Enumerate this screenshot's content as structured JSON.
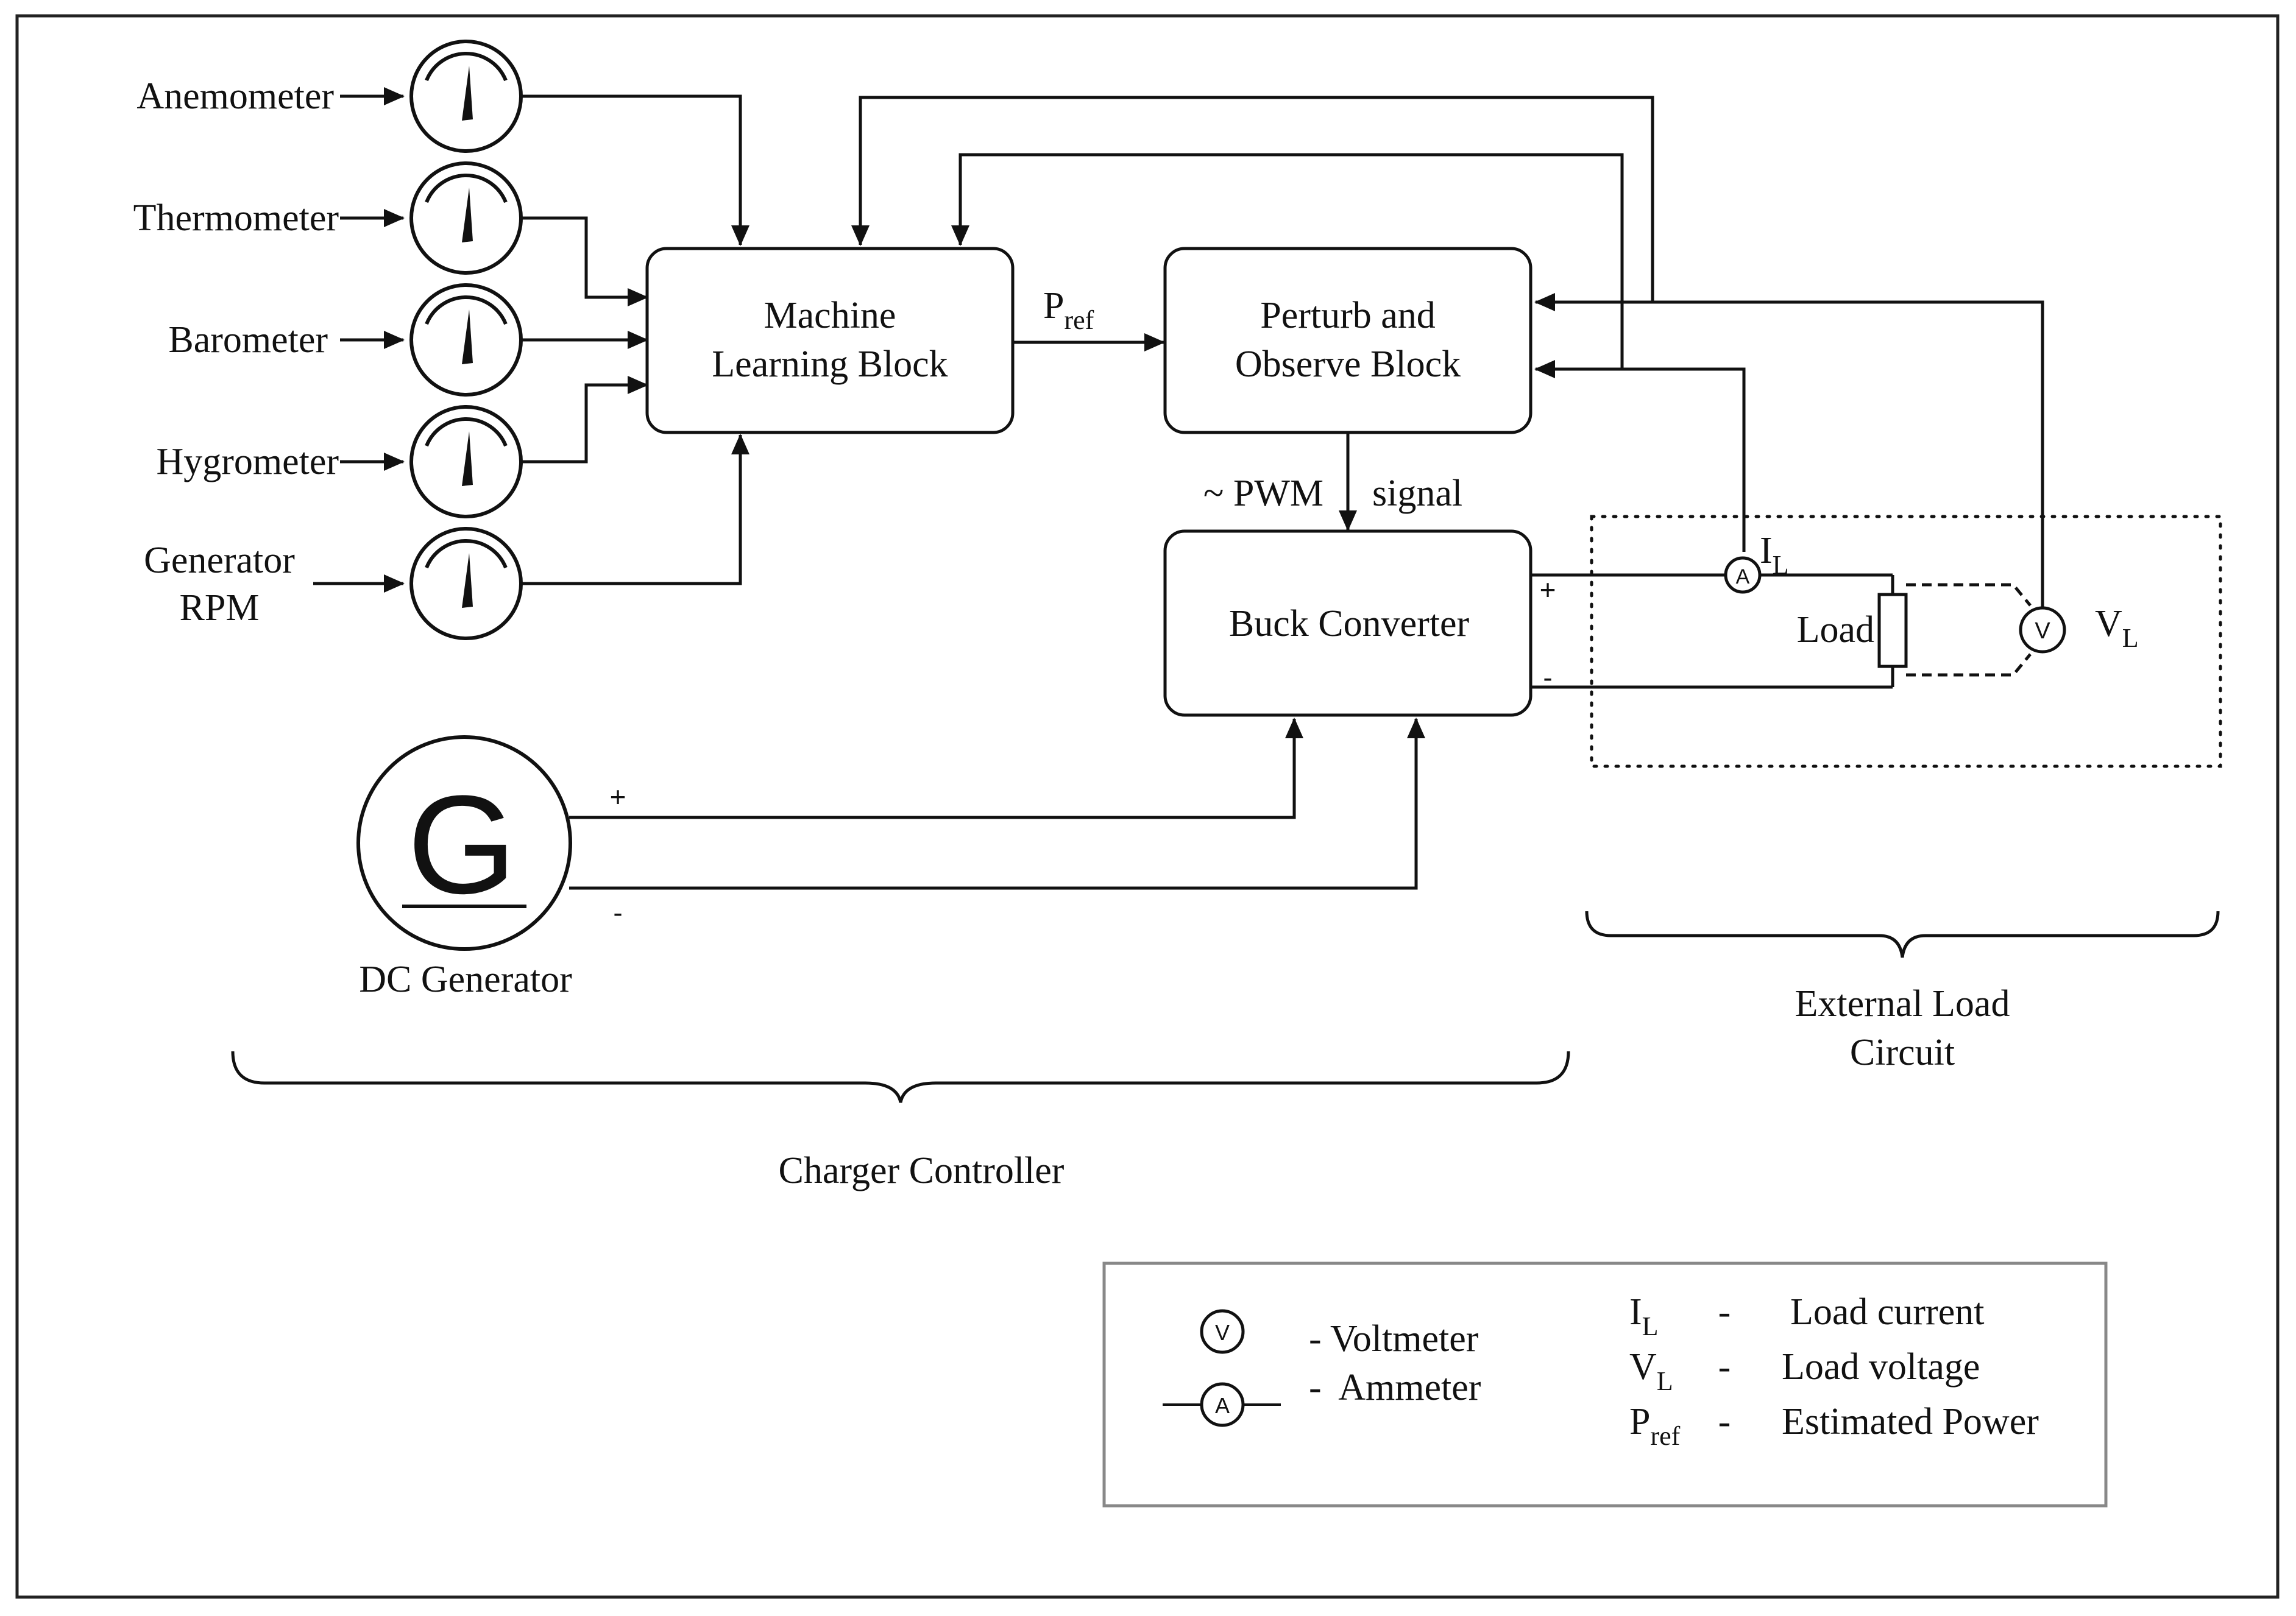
{
  "sensors": [
    {
      "label": "Anemometer"
    },
    {
      "label": "Thermometer"
    },
    {
      "label": "Barometer"
    },
    {
      "label": "Hygrometer"
    },
    {
      "label_line1": "Generator",
      "label_line2": "RPM"
    }
  ],
  "blocks": {
    "ml": {
      "line1": "Machine",
      "line2": "Learning Block"
    },
    "po": {
      "line1": "Perturb and",
      "line2": "Observe Block"
    },
    "buck": {
      "label": "Buck Converter"
    }
  },
  "signals": {
    "pref": {
      "main": "P",
      "sub": "ref"
    },
    "pwm_left": "~ PWM",
    "pwm_right": "signal"
  },
  "generator": {
    "symbol": "G",
    "label": "DC Generator",
    "plus": "+",
    "minus": "-"
  },
  "buck_terminals": {
    "plus": "+",
    "minus": "-"
  },
  "load_circuit": {
    "load_label": "Load",
    "ammeter_symbol": "A",
    "voltmeter_symbol": "V",
    "il": {
      "main": "I",
      "sub": "L"
    },
    "vl": {
      "main": "V",
      "sub": "L"
    }
  },
  "groups": {
    "charger": "Charger Controller",
    "external_line1": "External Load",
    "external_line2": "Circuit"
  },
  "legend": {
    "voltmeter_symbol": "V",
    "voltmeter_text": "- Voltmeter",
    "ammeter_symbol": "A",
    "ammeter_text": "-  Ammeter",
    "rows": [
      {
        "main": "I",
        "sub": "L",
        "dash": "-",
        "desc": "Load current"
      },
      {
        "main": "V",
        "sub": "L",
        "dash": "-",
        "desc": "Load voltage"
      },
      {
        "main": "P",
        "sub": "ref",
        "dash": "-",
        "desc": "Estimated Power"
      }
    ]
  }
}
